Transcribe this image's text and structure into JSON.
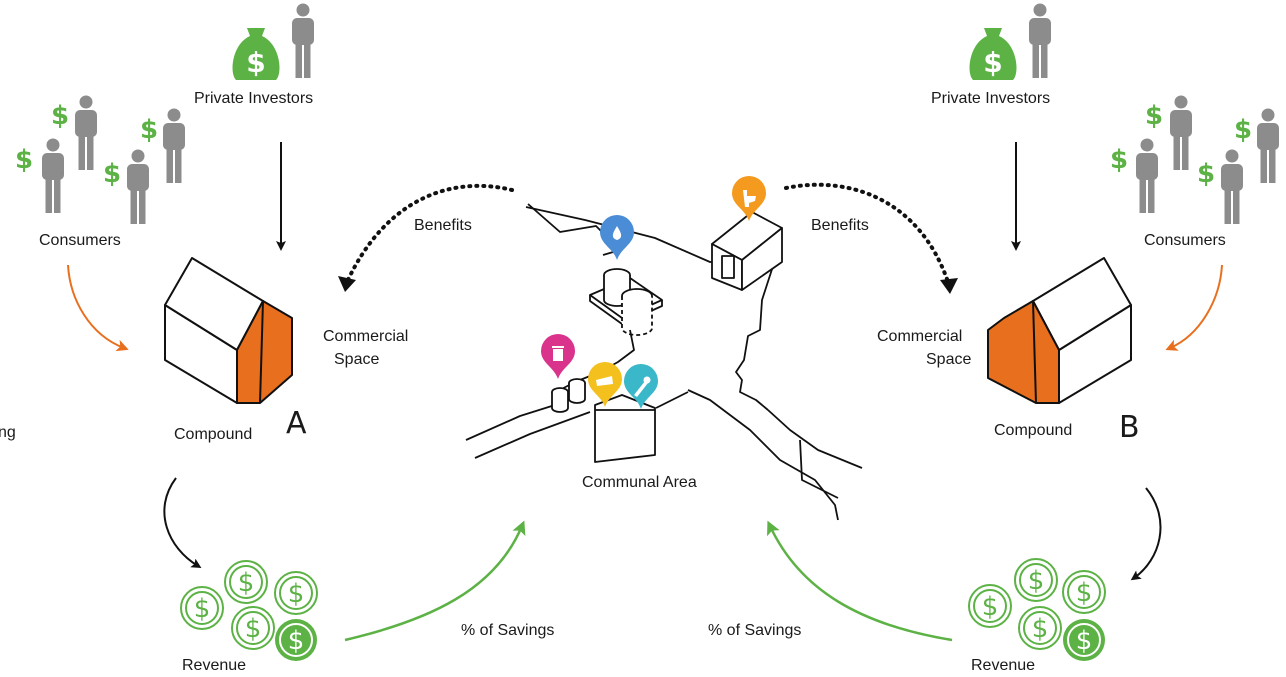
{
  "left": {
    "investors": "Private Investors",
    "consumers": "Consumers",
    "commercial_1": "Commercial",
    "commercial_2": "Space",
    "compound": "Compound",
    "letter": "A",
    "revenue": "Revenue",
    "benefits": "Benefits",
    "savings": "% of Savings",
    "cut_text": "ng"
  },
  "right": {
    "investors": "Private Investors",
    "consumers": "Consumers",
    "commercial_1": "Commercial",
    "commercial_2": "Space",
    "compound": "Compound",
    "letter": "B",
    "revenue": "Revenue",
    "benefits": "Benefits",
    "savings": "% of Savings"
  },
  "center": {
    "communal": "Communal Area"
  },
  "colors": {
    "green": "#5cb245",
    "orange": "#e86f1e",
    "gray": "#8c8c8c",
    "water_pin": "#4a8cd6",
    "toilet_pin": "#f39a1f",
    "waste_pin": "#d9338c",
    "shower_pin": "#f4c01e",
    "tools_pin": "#3ab7c8"
  },
  "icons": [
    "money-bag-icon",
    "person-icon",
    "dollar-sign-icon",
    "dollar-coin-icon",
    "house-icon",
    "map-pin-icon"
  ]
}
